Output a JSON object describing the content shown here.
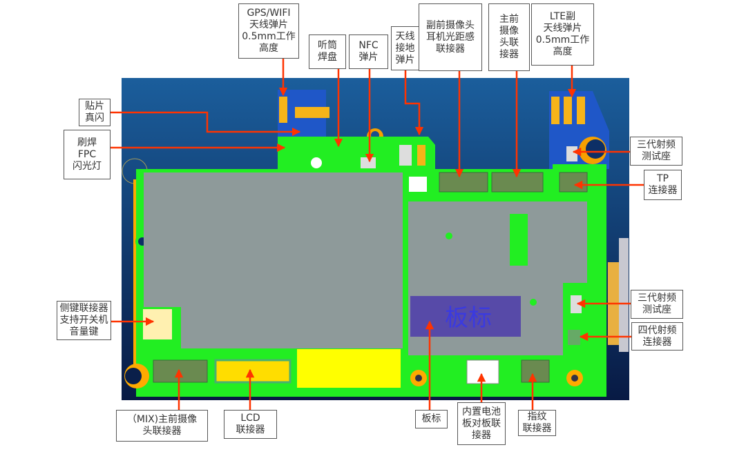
{
  "title": "PCB Connector Layout",
  "colors": {
    "leader": "#ff3300",
    "board": "#22ee22",
    "shield": "#8e9a9a",
    "bg_top": "#1b5e9c",
    "bg_bottom": "#081a44",
    "label_mark": "#574aa8",
    "pad": "#ffaa00"
  },
  "board_mark": "板标",
  "labels": {
    "gps": [
      "GPS/WIFI",
      "天线弹片",
      "0.5mm工作",
      "高度"
    ],
    "receiver": [
      "听筒",
      "焊盘"
    ],
    "nfc": [
      "NFC",
      "弹片"
    ],
    "ant_ground": [
      "天线",
      "接地",
      "弹片"
    ],
    "sub_front_cam": [
      "副前摄像头",
      "耳机光距感",
      "联接器"
    ],
    "main_front_cam": [
      "主前",
      "摄像",
      "头联",
      "接器"
    ],
    "lte": [
      "LTE副",
      "天线弹片",
      "0.5mm工作",
      "高度"
    ],
    "smd_flash": [
      "贴片",
      "真闪"
    ],
    "fpc_flash": [
      "刷焊",
      "FPC",
      "闪光灯"
    ],
    "side_key": [
      "侧键联接器",
      "支持开关机",
      "音量键"
    ],
    "rf3_top": [
      "三代射频",
      "测试座"
    ],
    "tp": [
      "TP",
      "连接器"
    ],
    "rf3_bottom": [
      "三代射频",
      "测试座"
    ],
    "rf4": [
      "四代射频",
      "连接器"
    ],
    "mix_cam": [
      "（MIX)主前摄像",
      "头联接器"
    ],
    "lcd": [
      "LCD",
      "联接器"
    ],
    "board_mark": [
      "板标"
    ],
    "battery": [
      "内置电池",
      "板对板联",
      "接器"
    ],
    "fingerprint": [
      "指纹",
      "联接器"
    ]
  }
}
